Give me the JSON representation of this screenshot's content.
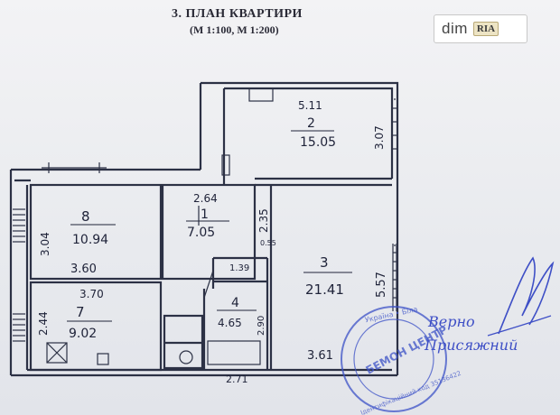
{
  "document": {
    "title": "3.   ПЛАН  КВАРТИРИ",
    "scale": "(М 1:100, М 1:200)"
  },
  "watermark": {
    "brand": "dim",
    "badge": "RIA"
  },
  "rooms": [
    {
      "number": "2",
      "area": "15.05",
      "dimension": "5.11"
    },
    {
      "number": "8",
      "area": "10.94"
    },
    {
      "number": "1",
      "area": "7.05",
      "dimension": "2.64"
    },
    {
      "number": "3",
      "area": "21.41"
    },
    {
      "number": "7",
      "area": "9.02",
      "dimension": "3.70"
    },
    {
      "number": "4",
      "area": "4.65"
    }
  ],
  "dimensions": {
    "room2_side": "3.07",
    "room8_side": "3.04",
    "room8_bottom": "3.60",
    "room1_side": "2.35",
    "room3_side": "5.57",
    "room3_bottom": "3.61",
    "room7_side": "2.44",
    "room4_top": "1.39",
    "room4_side": "2.90",
    "bottom": "2.71",
    "small": "0.55"
  },
  "stamp": {
    "ring_top": "Україна • Біла",
    "center": "БЕМОН ЦЕНТР",
    "ring_bottom": "Ідентифікаційний код 35136422"
  },
  "signature": {
    "line1": "Верно",
    "line2": "Присяжний"
  }
}
